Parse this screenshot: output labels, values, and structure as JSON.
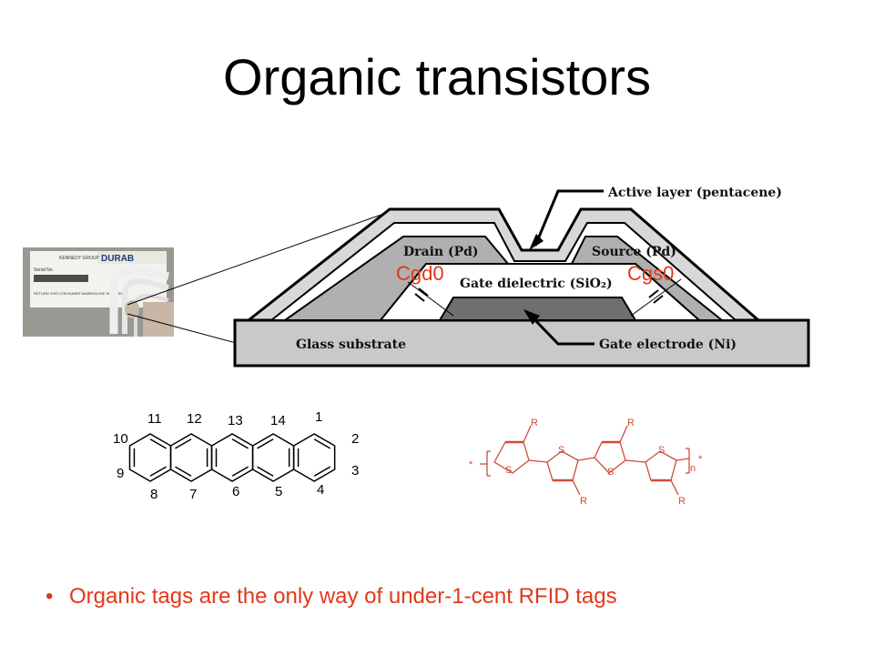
{
  "slide": {
    "title": "Organic transistors",
    "bullet": "Organic tags are the only way of under-1-cent RFID tags"
  },
  "photo": {
    "card_brand": "DURAB",
    "card_company": "KENNEDY\nGROUP",
    "card_serial_label": "Serial No.",
    "card_note": "RETURN THIS CONTAINER\nWAREHOUSE WHEN EMPT"
  },
  "transistor_diagram": {
    "active_layer": "Active layer (pentacene)",
    "drain": "Drain (Pd)",
    "source": "Source (Pd)",
    "gate_dielectric": "Gate dielectric (SiO₂)",
    "glass_substrate": "Glass substrate",
    "gate_electrode": "Gate electrode (Ni)",
    "cap_gd": "Cgd0",
    "cap_gs": "Cgs0"
  },
  "pentacene": {
    "numbers": [
      "11",
      "12",
      "13",
      "14",
      "1",
      "10",
      "2",
      "9",
      "3",
      "8",
      "7",
      "6",
      "5",
      "4"
    ]
  },
  "polymer": {
    "r_labels": [
      "R",
      "R",
      "R",
      "R"
    ],
    "s_labels": [
      "S",
      "S",
      "S",
      "S"
    ],
    "star_left": "*",
    "star_right": "*",
    "n_label": "n"
  },
  "colors": {
    "accent_red": "#e0391a",
    "layer_gray": "#b8b8b8",
    "dark_gray": "#7a7a7a"
  }
}
